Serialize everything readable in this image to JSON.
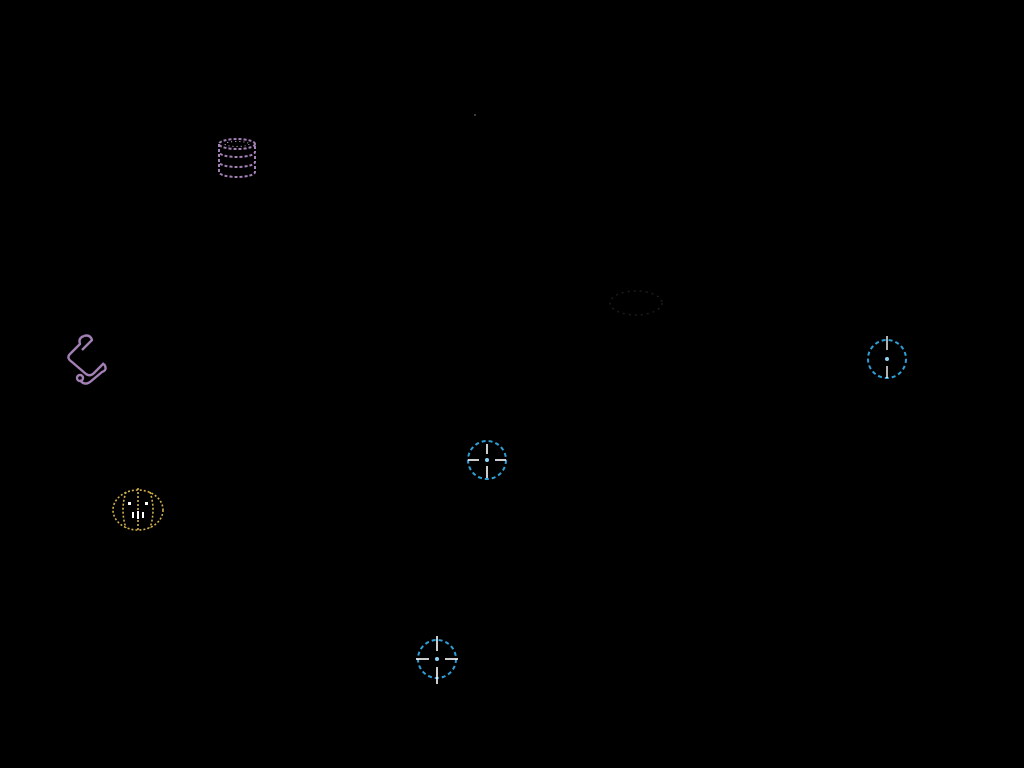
{
  "scene": {
    "background_color": "#000000"
  },
  "colors": {
    "purple": "#a27fb5",
    "purple_light": "#c9b3d8",
    "cyan": "#2e9fd6",
    "cyan_light": "#8fd3f4",
    "white": "#ffffff",
    "gold": "#d2b04a",
    "dim": "#2a2a2a"
  },
  "sprites": [
    {
      "icon": "stacked-coins-icon",
      "kind": "pickup",
      "color": "purple"
    },
    {
      "icon": "scroll-icon",
      "kind": "pickup",
      "color": "purple"
    },
    {
      "icon": "pumpkin-creature-icon",
      "kind": "entity",
      "color": "gold"
    },
    {
      "icon": "crosshair-target-icon",
      "kind": "target",
      "color": "cyan"
    },
    {
      "icon": "crosshair-target-icon",
      "kind": "target",
      "color": "cyan"
    },
    {
      "icon": "crosshair-target-icon",
      "kind": "target",
      "color": "cyan"
    },
    {
      "icon": "faint-marker-icon",
      "kind": "marker",
      "color": "dim"
    }
  ]
}
